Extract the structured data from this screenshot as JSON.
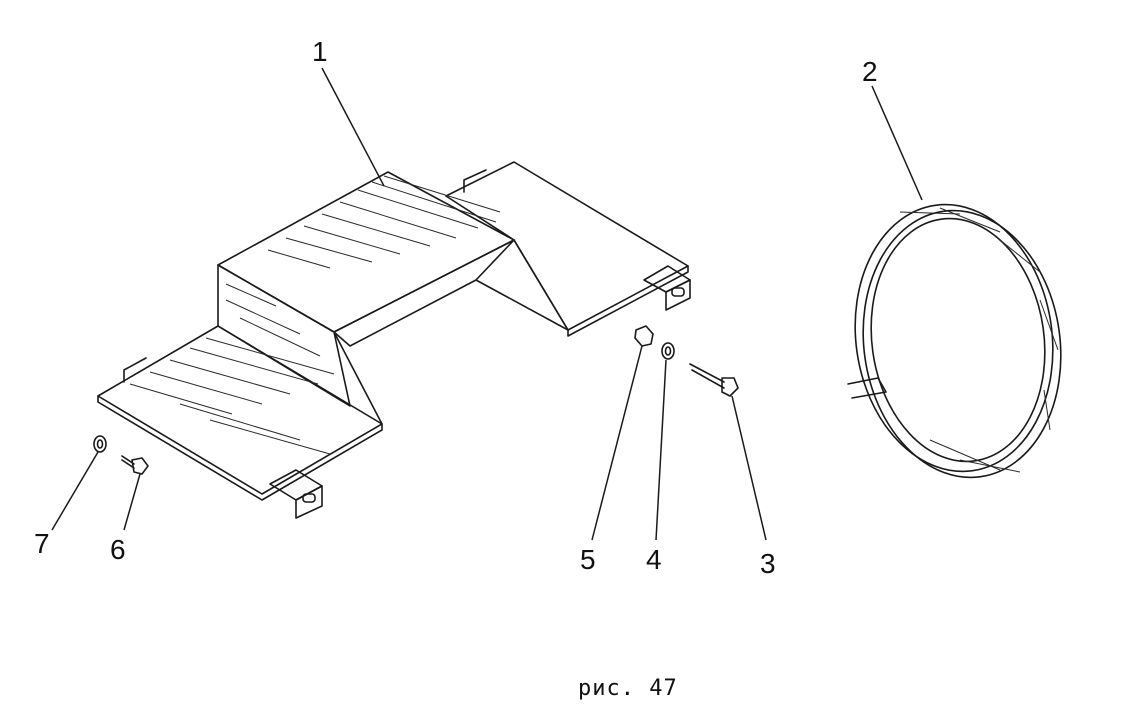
{
  "caption": "рис. 47",
  "callouts": {
    "c1": "1",
    "c2": "2",
    "c3": "3",
    "c4": "4",
    "c5": "5",
    "c6": "6",
    "c7": "7"
  }
}
